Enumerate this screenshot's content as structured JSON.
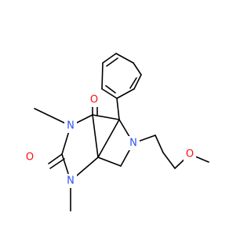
{
  "molecule": {
    "atoms": {
      "o_top": {
        "symbol": "O",
        "color": "#ff0d0d"
      },
      "o_left": {
        "symbol": "O",
        "color": "#ff0d0d"
      },
      "n3": {
        "symbol": "N",
        "color": "#3050f8"
      },
      "n1": {
        "symbol": "N",
        "color": "#3050f8"
      },
      "n6": {
        "symbol": "N",
        "color": "#3050f8"
      },
      "o_ether": {
        "symbol": "O",
        "color": "#ff0d0d"
      }
    },
    "bond_color": "#000000"
  }
}
